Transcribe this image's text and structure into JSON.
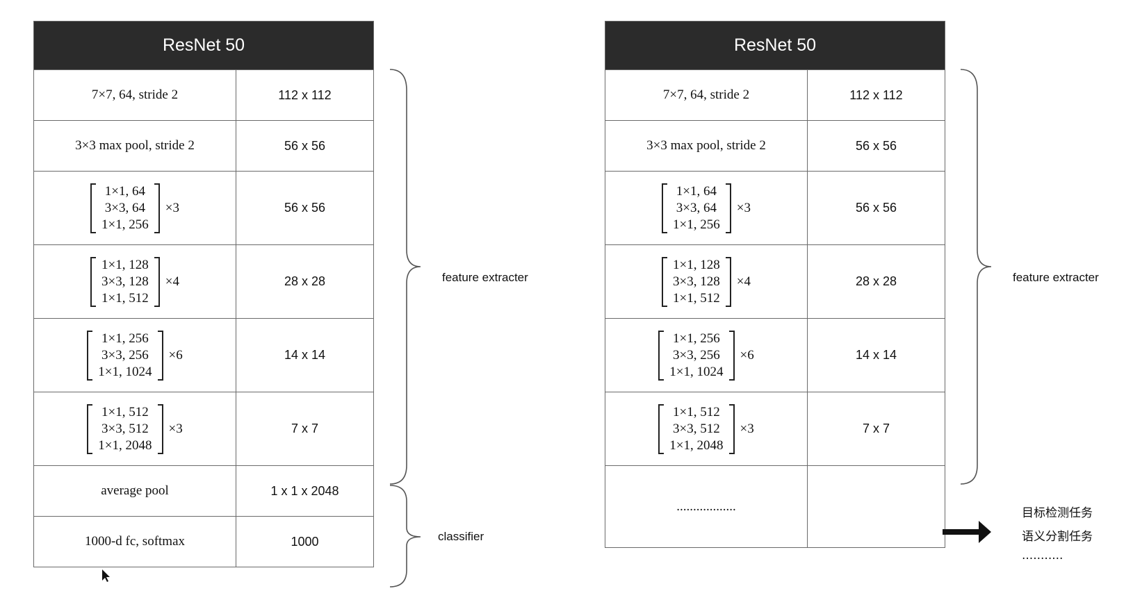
{
  "left_table": {
    "title": "ResNet 50",
    "rows": [
      {
        "kind": "text",
        "layer": "7×7, 64, stride 2",
        "size": "112 x 112"
      },
      {
        "kind": "text",
        "layer": "3×3 max pool, stride 2",
        "size": "56 x 56"
      },
      {
        "kind": "block",
        "lines": [
          "1×1, 64",
          "3×3, 64",
          "1×1, 256"
        ],
        "mult": "×3",
        "size": "56 x 56"
      },
      {
        "kind": "block",
        "lines": [
          "1×1, 128",
          "3×3, 128",
          "1×1, 512"
        ],
        "mult": "×4",
        "size": "28 x 28"
      },
      {
        "kind": "block",
        "lines": [
          "1×1, 256",
          "3×3, 256",
          "1×1, 1024"
        ],
        "mult": "×6",
        "size": "14 x 14"
      },
      {
        "kind": "block",
        "lines": [
          "1×1, 512",
          "3×3, 512",
          "1×1, 2048"
        ],
        "mult": "×3",
        "size": "7 x 7"
      },
      {
        "kind": "text",
        "layer": "average pool",
        "size": "1 x 1 x 2048"
      },
      {
        "kind": "text",
        "layer": "1000-d fc, softmax",
        "size": "1000"
      }
    ],
    "feature_label": "feature extracter",
    "classifier_label": "classifier"
  },
  "right_table": {
    "title": "ResNet 50",
    "rows": [
      {
        "kind": "text",
        "layer": "7×7, 64, stride 2",
        "size": "112 x 112"
      },
      {
        "kind": "text",
        "layer": "3×3 max pool, stride 2",
        "size": "56 x 56"
      },
      {
        "kind": "block",
        "lines": [
          "1×1, 64",
          "3×3, 64",
          "1×1, 256"
        ],
        "mult": "×3",
        "size": "56 x 56"
      },
      {
        "kind": "block",
        "lines": [
          "1×1, 128",
          "3×3, 128",
          "1×1, 512"
        ],
        "mult": "×4",
        "size": "28 x 28"
      },
      {
        "kind": "block",
        "lines": [
          "1×1, 256",
          "3×3, 256",
          "1×1, 1024"
        ],
        "mult": "×6",
        "size": "14 x 14"
      },
      {
        "kind": "block",
        "lines": [
          "1×1, 512",
          "3×3, 512",
          "1×1, 2048"
        ],
        "mult": "×3",
        "size": "7 x 7"
      },
      {
        "kind": "text",
        "layer": "..................",
        "size": ""
      }
    ],
    "feature_label": "feature extracter",
    "tasks": [
      "目标检测任务",
      "语义分割任务",
      "..........."
    ]
  }
}
